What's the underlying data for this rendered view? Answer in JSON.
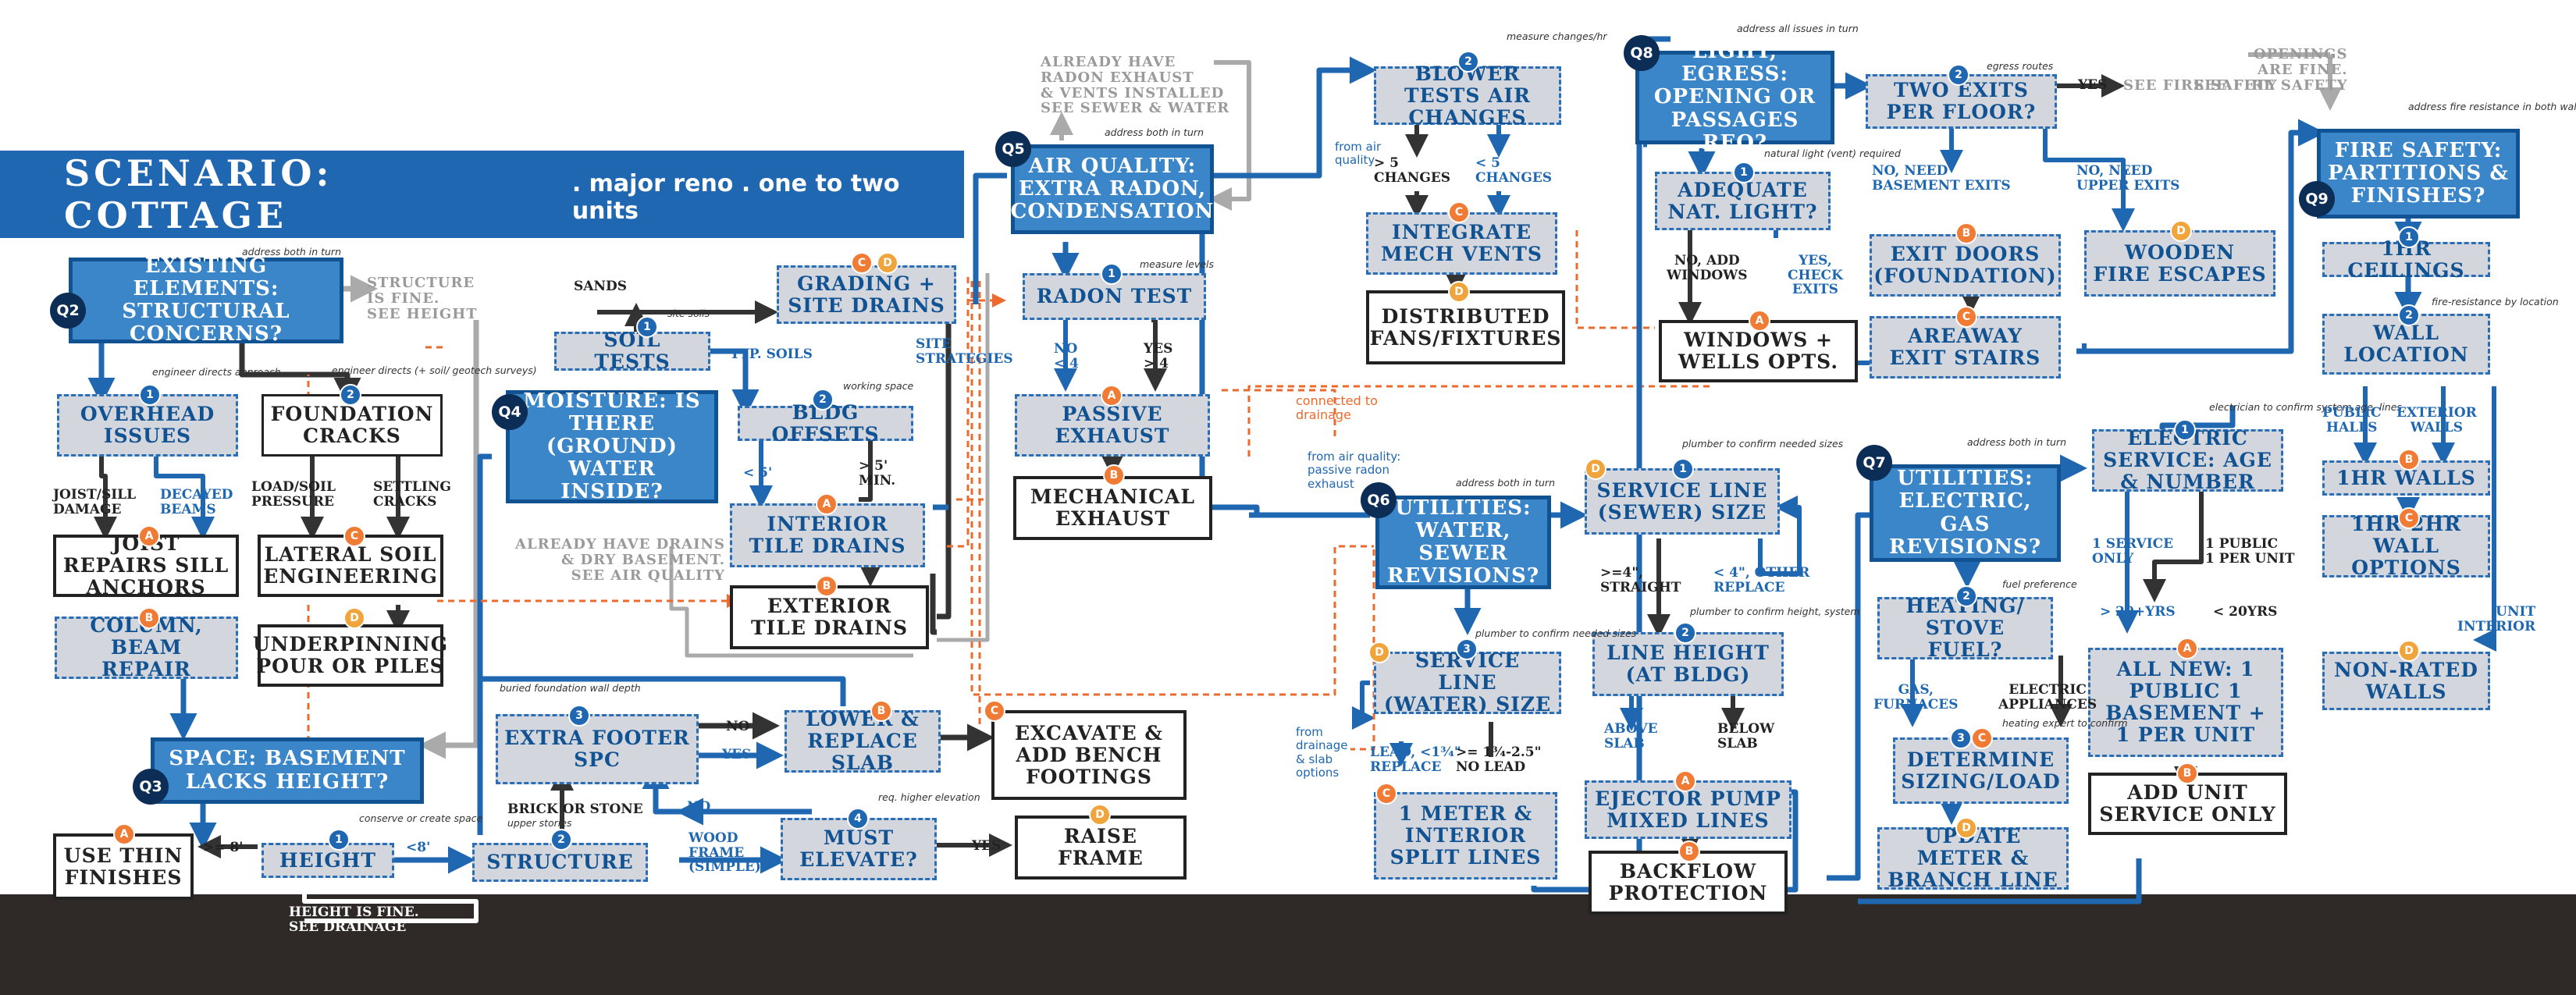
{
  "banner": {
    "title": "SCENARIO: COTTAGE",
    "subtitle": ". major reno . one to two units"
  },
  "colors": {
    "question": "#3b86c8",
    "action": "#d3d6dc",
    "outcome": "#ffffff",
    "wire_blue": "#1f67b1",
    "wire_dark": "#222222",
    "wire_gray": "#aaaaaa",
    "wire_orange": "#ee6a2c",
    "ground": "#2f2a27"
  },
  "questions": {
    "q2": {
      "tag": "Q2",
      "label": "EXISTING ELEMENTS: STRUCTURAL CONCERNS?",
      "note": "address both in turn"
    },
    "q3": {
      "tag": "Q3",
      "label": "SPACE: BASEMENT LACKS HEIGHT?"
    },
    "q4": {
      "tag": "Q4",
      "label": "MOISTURE: IS THERE (GROUND) WATER INSIDE?"
    },
    "q5": {
      "tag": "Q5",
      "label": "AIR QUALITY: EXTRA RADON, CONDENSATION",
      "note": "address both in turn"
    },
    "q6": {
      "tag": "Q6",
      "label": "UTILITIES: WATER, SEWER REVISIONS?",
      "note": "address both in turn"
    },
    "q7": {
      "tag": "Q7",
      "label": "UTILITIES: ELECTRIC, GAS REVISIONS?",
      "note": "address both in turn"
    },
    "q8": {
      "tag": "Q8",
      "label": "LIGHT, EGRESS: OPENING OR PASSAGES REQ?",
      "note": "address all issues in turn"
    },
    "q9": {
      "tag": "Q9",
      "label": "FIRE SAFETY: PARTITIONS & FINISHES?",
      "note": "address fire resistance in both wall & ceiling assemblies"
    }
  },
  "actions": {
    "overhead": {
      "badge": "1",
      "label": "OVERHEAD ISSUES",
      "note": "engineer directs approach"
    },
    "foundation_cracks": {
      "badge": "2",
      "label": "FOUNDATION CRACKS",
      "note": "engineer directs (+ soil/ geotech surveys)"
    },
    "joist": {
      "badge": "A",
      "label": "JOIST REPAIRS SILL ANCHORS"
    },
    "lateral": {
      "badge": "C",
      "label": "LATERAL SOIL ENGINEERING"
    },
    "column": {
      "badge": "B",
      "label": "COLUMN, BEAM REPAIR"
    },
    "underpinning": {
      "badge": "D",
      "label": "UNDERPINNING POUR OR PILES"
    },
    "thin": {
      "badge": "A",
      "label": "USE THIN FINISHES"
    },
    "height": {
      "badge": "1",
      "label": "HEIGHT",
      "note": "conserve or create space"
    },
    "structure": {
      "badge": "2",
      "label": "STRUCTURE",
      "note": "upper stories"
    },
    "extra_footer": {
      "badge": "3",
      "label": "EXTRA FOOTER SPC",
      "note": "buried foundation wall depth"
    },
    "lower_slab": {
      "badge": "B",
      "label": "LOWER & REPLACE SLAB"
    },
    "excavate": {
      "badge": "C",
      "label": "EXCAVATE & ADD BENCH FOOTINGS"
    },
    "must_elevate": {
      "badge": "4",
      "label": "MUST ELEVATE?",
      "note": "req. higher elevation"
    },
    "raise_frame": {
      "badge": "D",
      "label": "RAISE FRAME"
    },
    "soil_tests": {
      "badge": "1",
      "label": "SOIL TESTS",
      "note": "site soils"
    },
    "grading": {
      "badge": "C D",
      "label": "GRADING + SITE DRAINS"
    },
    "bldg_offsets": {
      "badge": "2",
      "label": "BLDG OFFSETS",
      "note": "working space"
    },
    "interior_drains": {
      "badge": "A",
      "label": "INTERIOR TILE DRAINS"
    },
    "exterior_drains": {
      "badge": "B",
      "label": "EXTERIOR TILE DRAINS"
    },
    "radon_test": {
      "badge": "1",
      "label": "RADON TEST",
      "note": "measure levels"
    },
    "passive": {
      "badge": "A",
      "label": "PASSIVE EXHAUST"
    },
    "mechanical": {
      "badge": "B",
      "label": "MECHANICAL EXHAUST"
    },
    "blower": {
      "badge": "2",
      "label": "BLOWER TESTS AIR CHANGES",
      "note": "measure changes/hr"
    },
    "integrate": {
      "badge": "C",
      "label": "INTEGRATE MECH VENTS"
    },
    "distributed": {
      "badge": "D",
      "label": "DISTRIBUTED FANS/FIXTURES"
    },
    "service_sewer": {
      "badge": "1",
      "badge2": "D",
      "label": "SERVICE LINE (SEWER) SIZE",
      "note": "plumber to confirm needed sizes"
    },
    "line_height": {
      "badge": "2",
      "label": "LINE HEIGHT (AT BLDG)",
      "note": "plumber to confirm height, system"
    },
    "ejector": {
      "badge": "A",
      "label": "EJECTOR PUMP MIXED LINES"
    },
    "backflow": {
      "badge": "B",
      "label": "BACKFLOW PROTECTION"
    },
    "service_water": {
      "badge": "3",
      "badge2": "D",
      "label": "SERVICE LINE (WATER) SIZE",
      "note": "plumber to confirm needed sizes"
    },
    "meter": {
      "badge": "C",
      "label": "1 METER & INTERIOR SPLIT LINES"
    },
    "electric": {
      "badge": "1",
      "label": "ELECTRIC SERVICE: AGE & NUMBER",
      "note": "electrician to confirm system age, lines"
    },
    "all_new": {
      "badge": "A",
      "label": "ALL NEW: 1 PUBLIC 1 BASEMENT + 1 PER UNIT"
    },
    "add_unit": {
      "badge": "B",
      "label": "ADD UNIT SERVICE ONLY"
    },
    "heating": {
      "badge": "2",
      "label": "HEATING/ STOVE FUEL?",
      "note": "fuel preference"
    },
    "sizing": {
      "badge": "3",
      "badge2": "C",
      "label": "DETERMINE SIZING/LOAD",
      "note": "heating expert to confirm"
    },
    "update_meter": {
      "badge": "D",
      "label": "UPDATE METER & BRANCH LINE"
    },
    "adequate": {
      "badge": "1",
      "label": "ADEQUATE NAT. LIGHT?",
      "note": "natural light (vent) required"
    },
    "windows": {
      "badge": "A",
      "label": "WINDOWS + WELLS OPTS."
    },
    "two_exits": {
      "badge": "2",
      "label": "TWO EXITS PER FLOOR?",
      "note": "egress routes"
    },
    "exit_doors": {
      "badge": "B",
      "label": "EXIT DOORS (FOUNDATION)"
    },
    "areaway": {
      "badge": "C",
      "label": "AREAWAY EXIT STAIRS"
    },
    "wooden": {
      "badge": "D",
      "label": "WOODEN FIRE ESCAPES"
    },
    "ceilings": {
      "badge": "1",
      "label": "1HR CEILINGS"
    },
    "wall_location": {
      "badge": "2",
      "label": "WALL LOCATION",
      "note": "fire-resistance by location"
    },
    "hr_walls": {
      "badge": "B",
      "label": "1HR WALLS"
    },
    "hr_options": {
      "badge": "C",
      "label": "1HR-2HR WALL OPTIONS"
    },
    "non_rated": {
      "badge": "D",
      "label": "NON-RATED WALLS"
    }
  },
  "labels": {
    "structure_fine": "STRUCTURE\nIS FINE.\nSEE HEIGHT",
    "joist_sill": "JOIST/SILL\nDAMAGE",
    "decayed": "DECAYED\nBEAMS",
    "load_soil": "LOAD/SOIL\nPRESSURE",
    "settling": "SETTLING\nCRACKS",
    "ge8": ">= 8'",
    "lt8": "<8'",
    "height_fine": "HEIGHT IS FINE.\nSEE DRAINAGE",
    "brick": "BRICK OR STONE",
    "no1": "NO",
    "yes1": "YES",
    "no2": "NO",
    "wood": "WOOD\nFRAME\n(SIMPLE)",
    "yes2": "YES",
    "sands": "SANDS",
    "typ": "TYP. SOILS",
    "lt5": "< 5'",
    "gt5": "> 5'\nMIN.",
    "site_strat": "SITE\nSTRATEGIES",
    "already_drains": "ALREADY HAVE DRAINS\n& DRY BASEMENT.\nSEE AIR QUALITY",
    "already_radon": "ALREADY HAVE\nRADON EXHAUST\n& VENTS INSTALLED\nSEE SEWER & WATER",
    "no_lt4": "NO\n< 4",
    "yes_gt4": "YES\n> 4",
    "gt5ch": "> 5\nCHANGES",
    "lt5ch": "< 5\nCHANGES",
    "from_air": "from air\nquality",
    "connected": "connected to\ndrainage",
    "from_air_passive": "from air quality:\npassive radon\nexhaust",
    "ge4": ">=4\",\nSTRAIGHT",
    "lt4other": "< 4\", OTHER\nREPLACE",
    "above": "ABOVE\nSLAB",
    "below": "BELOW\nSLAB",
    "lead": "LEAD, <1¾\"\nREPLACE",
    "ge1": ">= 1¾-2.5\"\nNO LEAD",
    "from_drainage": "from\ndrainage\n& slab\noptions",
    "gas": "GAS,\nFURNACES",
    "elec_app": "ELECTRIC\nAPPLIANCES",
    "service1": "1 SERVICE\nONLY",
    "public1": "1 PUBLIC\n1 PER UNIT",
    "gt20": "> 20+YRS",
    "lt20": "< 20YRS",
    "no_add_win": "NO, ADD\nWINDOWS",
    "yes_check": "YES,\nCHECK\nEXITS",
    "no_basement": "NO, NEED\nBASEMENT EXITS",
    "no_upper": "NO, NEED\nUPPER EXITS",
    "yes_exits": "YES",
    "see_fire": "SEE FIRE SAFETY",
    "openings": "OPENINGS\nARE FINE.\nSEE FIRE SAFETY",
    "public_halls": "PUBLIC\nHALLS",
    "ext_walls": "EXTERIOR\nWALLS",
    "unit_interior": "UNIT\nINTERIOR"
  }
}
